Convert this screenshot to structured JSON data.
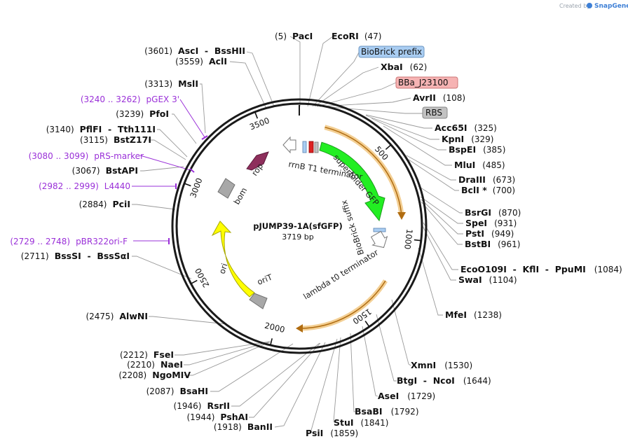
{
  "credit": {
    "text": "Created by",
    "brand": "SnapGene"
  },
  "plasmid": {
    "name": "pJUMP39-1A(sfGFP)",
    "size_label": "3719 bp",
    "length": 3719
  },
  "ticks": [
    500,
    1000,
    1500,
    2000,
    2500,
    3000,
    3500
  ],
  "sites": [
    {
      "name": "PacI",
      "pos": "(5)"
    },
    {
      "name": "EcoRI",
      "pos": "(47)"
    },
    {
      "name": "XbaI",
      "pos": "(62)"
    },
    {
      "name": "AvrII",
      "pos": "(108)"
    },
    {
      "name": "Acc65I",
      "pos": "(325)"
    },
    {
      "name": "KpnI",
      "pos": "(329)"
    },
    {
      "name": "BspEI",
      "pos": "(385)"
    },
    {
      "name": "MluI",
      "pos": "(485)"
    },
    {
      "name": "DraIII",
      "pos": "(673)"
    },
    {
      "name": "BclI *",
      "pos": "(700)"
    },
    {
      "name": "BsrGI",
      "pos": "(870)"
    },
    {
      "name": "SpeI",
      "pos": "(931)"
    },
    {
      "name": "PstI",
      "pos": "(949)"
    },
    {
      "name": "BstBI",
      "pos": "(961)"
    },
    {
      "name": "EcoO109I  -  KflI  -  PpuMI",
      "pos": "(1084)"
    },
    {
      "name": "SwaI",
      "pos": "(1104)"
    },
    {
      "name": "MfeI",
      "pos": "(1238)"
    },
    {
      "name": "XmnI",
      "pos": "(1530)"
    },
    {
      "name": "BtgI  -  NcoI",
      "pos": "(1644)"
    },
    {
      "name": "AseI",
      "pos": "(1729)"
    },
    {
      "name": "BsaBI",
      "pos": "(1792)"
    },
    {
      "name": "StuI",
      "pos": "(1841)"
    },
    {
      "name": "PsiI",
      "pos": "(1859)"
    },
    {
      "name": "BanII",
      "pos": "(1918)"
    },
    {
      "name": "PshAI",
      "pos": "(1944)"
    },
    {
      "name": "RsrII",
      "pos": "(1946)"
    },
    {
      "name": "BsaHI",
      "pos": "(2087)"
    },
    {
      "name": "NgoMIV",
      "pos": "(2208)"
    },
    {
      "name": "NaeI",
      "pos": "(2210)"
    },
    {
      "name": "FseI",
      "pos": "(2212)"
    },
    {
      "name": "AlwNI",
      "pos": "(2475)"
    },
    {
      "name": "BssSI  -  BssSαI",
      "pos": "(2711)"
    },
    {
      "name": "PciI",
      "pos": "(2884)"
    },
    {
      "name": "BstAPI",
      "pos": "(3067)"
    },
    {
      "name": "BstZ17I",
      "pos": "(3115)"
    },
    {
      "name": "PflFI  -  Tth111I",
      "pos": "(3140)"
    },
    {
      "name": "PfoI",
      "pos": "(3239)"
    },
    {
      "name": "MslI",
      "pos": "(3313)"
    },
    {
      "name": "AclI",
      "pos": "(3559)"
    },
    {
      "name": "AscI  -  BssHII",
      "pos": "(3601)"
    }
  ],
  "primers": [
    {
      "name": "pGEX 3'",
      "range": "(3240 .. 3262)"
    },
    {
      "name": "pRS-marker",
      "range": "(3080 .. 3099)"
    },
    {
      "name": "L4440",
      "range": "(2982 .. 2999)"
    },
    {
      "name": "pBR322ori-F",
      "range": "(2729 .. 2748)"
    }
  ],
  "outer_features": [
    {
      "name": "BioBrick prefix",
      "color": "#a9cdf2"
    },
    {
      "name": "BBa_J23100",
      "color": "#f6b3b3"
    },
    {
      "name": "RBS",
      "color": "#c2c2c2"
    }
  ],
  "features": {
    "rrnB": "rrnB T1 terminator",
    "sfgfp": "superfolder GFP",
    "suffix": "BioBrick suffix",
    "lambda": "lambda t0 terminator",
    "rop": "rop",
    "bom": "bom",
    "ori": "ori",
    "oriT": "oriT"
  },
  "colors": {
    "sfgfp": "#22ee22",
    "ori": "#ffff00",
    "rop": "#8e2f5c",
    "bom": "#a8a8a8",
    "orit": "#a8a8a8",
    "primer": "#9a30d8",
    "orf": "#e6a640",
    "orf_line": "#b06c10"
  }
}
